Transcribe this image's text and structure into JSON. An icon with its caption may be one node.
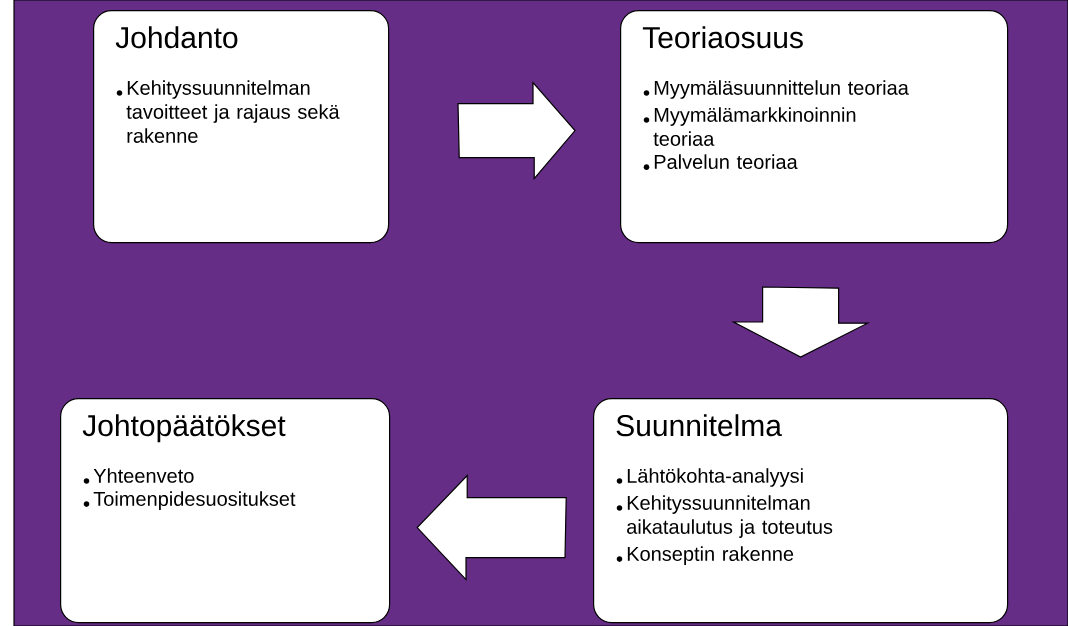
{
  "diagram": {
    "nodes": [
      {
        "text": [
          "Johdanto",
          "Kehityssuunnitelman tavoitteet ja rajaus sekä rakenne"
        ]
      },
      {
        "text": [
          "Teoriaosuus",
          "Myymäläsuunnittelun teoriaa",
          "Myymälämarkkinoinnin teoriaa",
          "Palvelun teoriaa"
        ]
      },
      {
        "text": [
          "Johtopäätökset",
          "Yhteenveto",
          "Toimenpidesuositukset"
        ]
      },
      {
        "text": [
          "Suunnitelma",
          "Lähtökohta-analyysi",
          "Kehityssuunnitelman aikataulutus ja toteutus",
          "Konseptin rakenne"
        ]
      }
    ],
    "edges": [
      {
        "from": 0,
        "to": 1,
        "arrow": "to"
      },
      {
        "from": 1,
        "to": 3,
        "arrow": "to"
      },
      {
        "from": 3,
        "to": 2,
        "arrow": "to"
      }
    ]
  }
}
